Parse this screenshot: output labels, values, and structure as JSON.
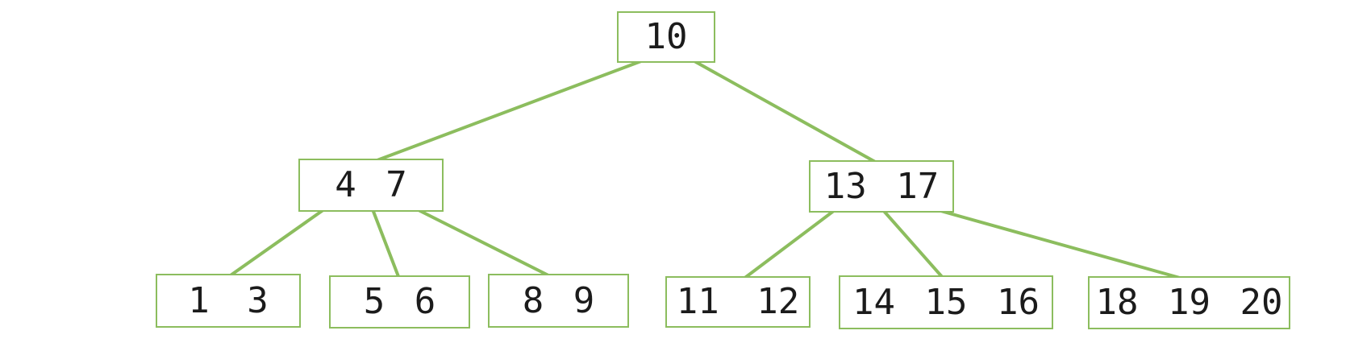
{
  "diagram": {
    "type": "tree",
    "colors": {
      "background": "#ffffff",
      "node_border": "#8cbd5e",
      "edge_line": "#8cbd5e",
      "node_fill": "#ffffff",
      "text": "#1b1b1b"
    },
    "nodes": {
      "root": {
        "label": "10",
        "keys": [
          "10"
        ]
      },
      "n47": {
        "label": "4 7",
        "keys": [
          "4",
          "7"
        ]
      },
      "n1317": {
        "label": "13 17",
        "keys": [
          "13",
          "17"
        ]
      },
      "l13": {
        "label": "1 3",
        "keys": [
          "1",
          "3"
        ]
      },
      "l56": {
        "label": "5 6",
        "keys": [
          "5",
          "6"
        ]
      },
      "l89": {
        "label": "8 9",
        "keys": [
          "8",
          "9"
        ]
      },
      "l1112": {
        "label": "11 12",
        "keys": [
          "11",
          "12"
        ]
      },
      "l141516": {
        "label": "14 15 16",
        "keys": [
          "14",
          "15",
          "16"
        ]
      },
      "l181920": {
        "label": "18 19 20",
        "keys": [
          "18",
          "19",
          "20"
        ]
      }
    },
    "edges": [
      {
        "from": "root",
        "to": "n47"
      },
      {
        "from": "root",
        "to": "n1317"
      },
      {
        "from": "n47",
        "to": "l13"
      },
      {
        "from": "n47",
        "to": "l56"
      },
      {
        "from": "n47",
        "to": "l89"
      },
      {
        "from": "n1317",
        "to": "l1112"
      },
      {
        "from": "n1317",
        "to": "l141516"
      },
      {
        "from": "n1317",
        "to": "l181920"
      }
    ]
  }
}
